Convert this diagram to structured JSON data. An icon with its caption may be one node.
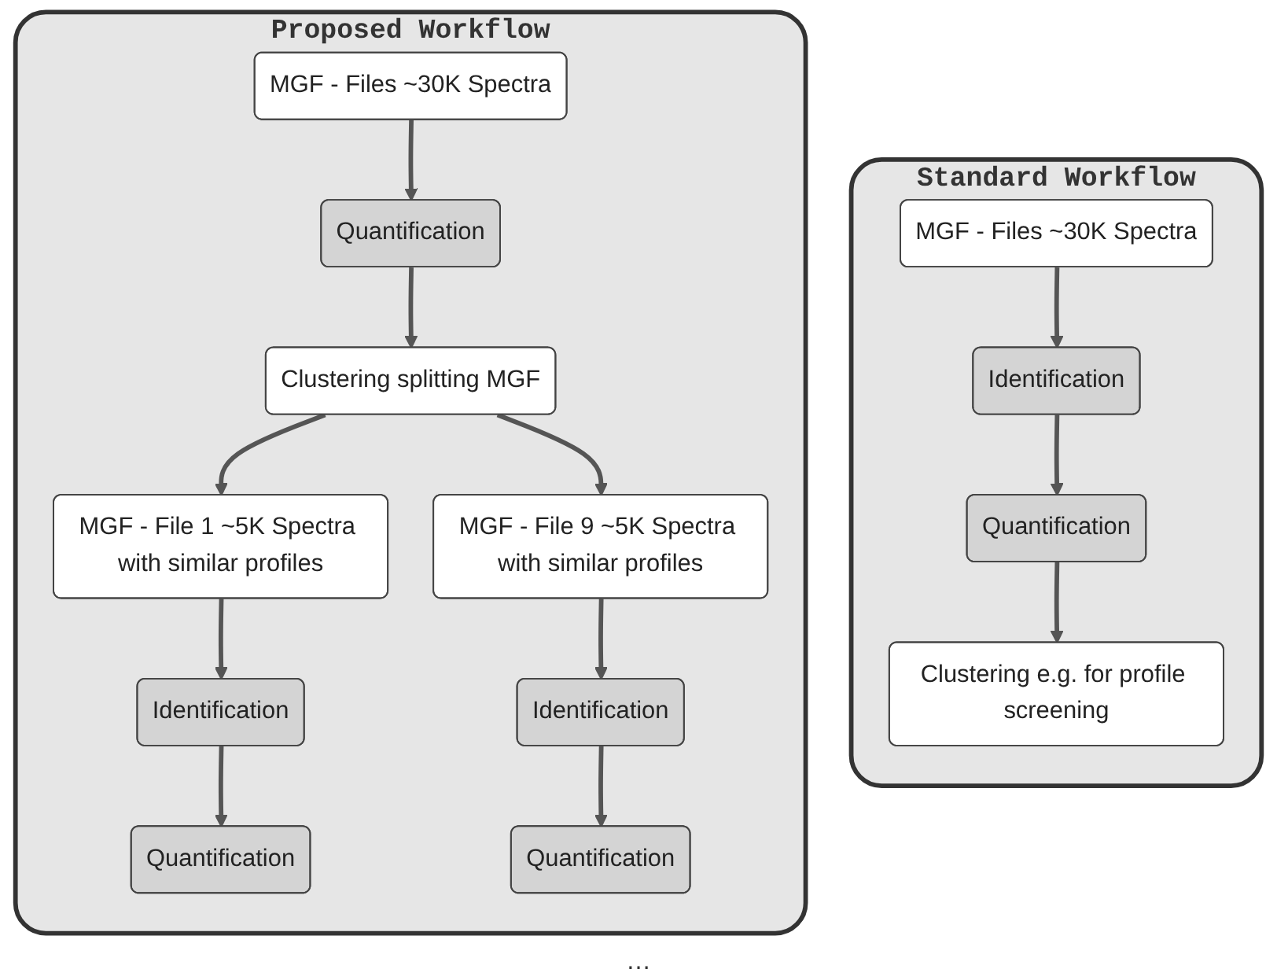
{
  "diagram": {
    "nodes": [
      {
        "text": [
          "Standard Workflow"
        ]
      },
      {
        "text": [
          "MGF - Files ~30K Spectra"
        ],
        "in": 0
      },
      {
        "text": [
          "Identification"
        ],
        "in": 0
      },
      {
        "text": [
          "Quantification"
        ],
        "in": 0
      },
      {
        "text": [
          "Clustering e.g. for profile screening"
        ],
        "in": 0
      },
      {
        "text": [
          "Proposed Workflow"
        ]
      },
      {
        "text": [
          "MGF - Files ~30K Spectra"
        ],
        "in": 5
      },
      {
        "text": [
          "Quantification"
        ],
        "in": 5
      },
      {
        "text": [
          "Clustering splitting MGF"
        ],
        "in": 5
      },
      {
        "text": [
          "MGF - File 1 ~5K Spectra with similar profiles"
        ],
        "in": 5
      },
      {
        "text": [
          "MGF - File 9 ~5K Spectra with similar profiles"
        ],
        "in": 5
      },
      {
        "text": [
          "Identification"
        ],
        "in": 5
      },
      {
        "text": [
          "Identification"
        ],
        "in": 5
      },
      {
        "text": [
          "Quantification"
        ],
        "in": 5
      },
      {
        "text": [
          "Quantification"
        ],
        "in": 5
      }
    ],
    "edges": [
      {
        "from": 1,
        "to": 2,
        "arrow": "to"
      },
      {
        "from": 2,
        "to": 3,
        "arrow": "to"
      },
      {
        "from": 3,
        "to": 4,
        "arrow": "to"
      },
      {
        "from": 6,
        "to": 7,
        "arrow": "to"
      },
      {
        "from": 7,
        "to": 8,
        "arrow": "to"
      },
      {
        "from": 8,
        "to": 9,
        "arrow": "to"
      },
      {
        "from": 8,
        "to": 10,
        "arrow": "to"
      },
      {
        "from": 9,
        "to": 11,
        "arrow": "to"
      },
      {
        "from": 11,
        "to": 13,
        "arrow": "to"
      },
      {
        "from": 10,
        "to": 12,
        "arrow": "to"
      },
      {
        "from": 12,
        "to": 14,
        "arrow": "to"
      }
    ],
    "labels": [
      "…"
    ]
  }
}
